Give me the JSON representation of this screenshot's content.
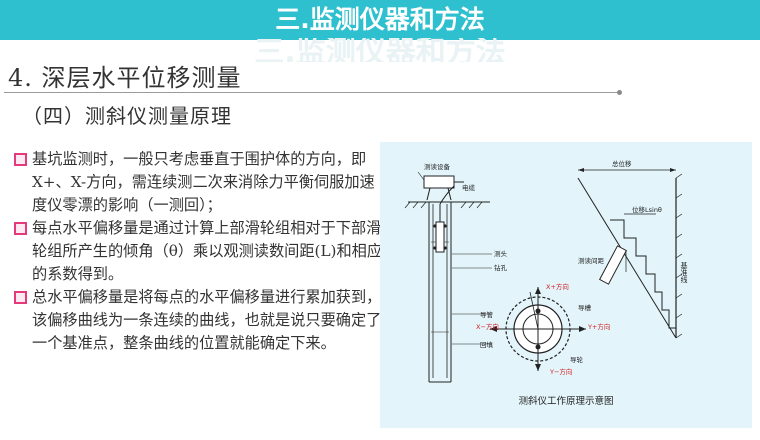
{
  "slide": {
    "title": "三.监测仪器和方法",
    "heading": "4. 深层水平位移测量",
    "subheading": "（四）测斜仪测量原理"
  },
  "bullets": [
    {
      "text": "基坑监测时，一般只考虑垂直于围护体的方向，即X+、X-方向，需连续测二次来消除力平衡伺服加速度仪零漂的影响（一测回）；"
    },
    {
      "text": "每点水平偏移量是通过计算上部滑轮组相对于下部滑轮组所产生的倾角（θ）乘以观测读数间距(L)和相应的系数得到。"
    },
    {
      "text": "总水平偏移量是将每点的水平偏移量进行累加获到，该偏移曲线为一条连续的曲线，也就是说只要确定了一个基准点，整条曲线的位置就能确定下来。"
    }
  ],
  "figure": {
    "caption": "测斜仪工作原理示意图",
    "labels": {
      "readout": "测读设备",
      "cable": "电缆",
      "probe": "测头",
      "guide_hole": "钻孔",
      "guide_tube": "导管",
      "grout": "回填",
      "x_plus": "X+方向",
      "x_minus": "X−方向",
      "y_plus": "Y+方向",
      "y_minus": "Y−方向",
      "groove": "导槽",
      "wheel": "导轮",
      "interval": "测读间距",
      "total_displacement": "总位移",
      "offset": "位移Lsinθ",
      "baseline": "基准线"
    }
  },
  "colors": {
    "title_bar": "#2fc0cf",
    "bullet_marker": "#e43a7c",
    "figure_bg": "#e3f5fb"
  }
}
